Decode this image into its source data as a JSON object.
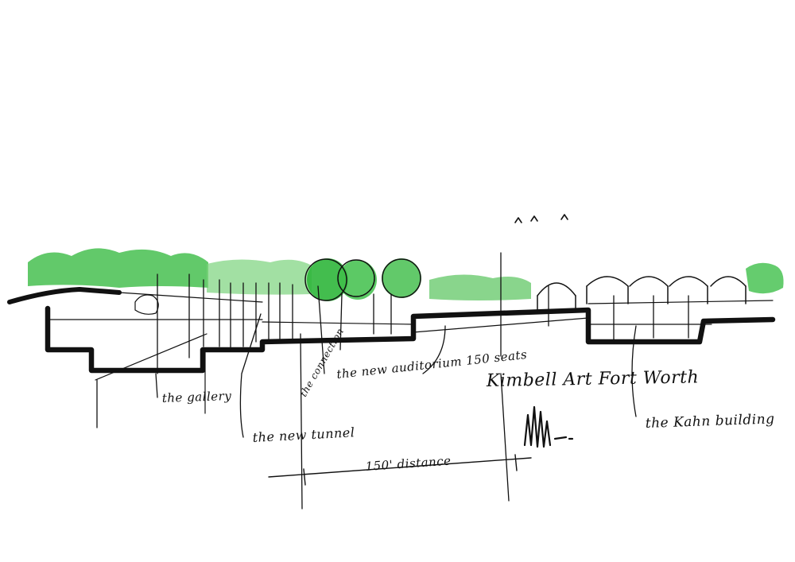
{
  "annotations": {
    "gallery": "the gallery",
    "new_tunnel": "the new tunnel",
    "connection": "the connection",
    "auditorium": "the new auditorium 150 seats",
    "distance": "150' distance",
    "kimbell": "Kimbell Art Fort Worth",
    "kahn_building": "the Kahn building"
  },
  "colors": {
    "foliage": "#3fbf4a",
    "foliage_light": "#7bd37c",
    "ink": "#111111",
    "background": "#ffffff"
  }
}
